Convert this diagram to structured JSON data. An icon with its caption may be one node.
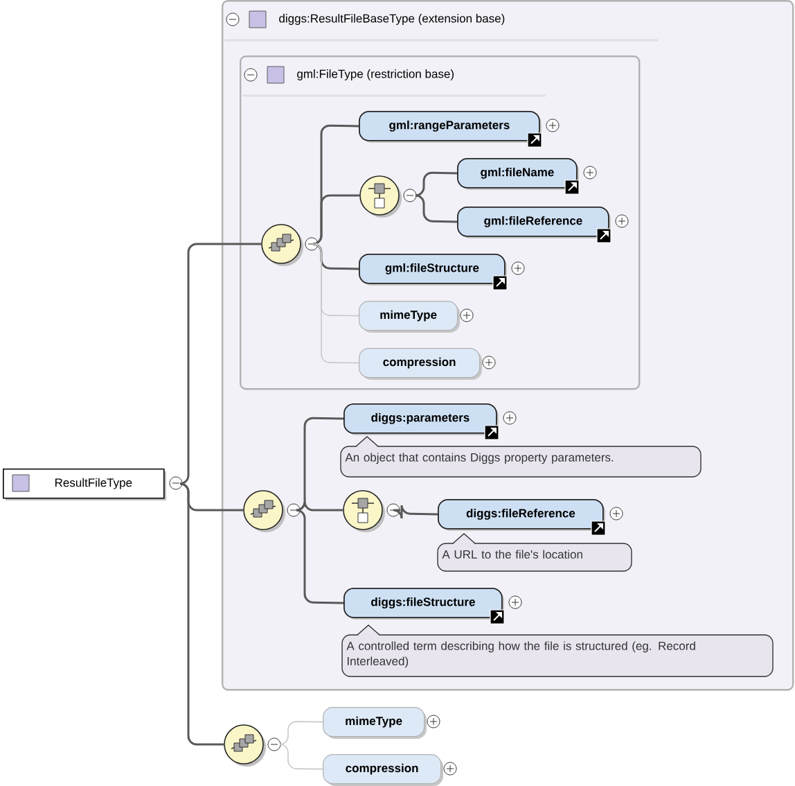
{
  "diagram": {
    "nodes": [
      {
        "text": [
          "ResultFileType"
        ]
      },
      {
        "text": [
          "diggs:ResultFileBaseType (extension base)"
        ]
      },
      {
        "text": [
          "gml:FileType (restriction base)"
        ],
        "in": 1
      },
      {
        "text": [],
        "shape": "circle",
        "in": 2
      },
      {
        "text": [
          "gml:rangeParameters"
        ],
        "in": 2
      },
      {
        "text": [],
        "shape": "circle",
        "in": 2
      },
      {
        "text": [
          "gml:fileName"
        ],
        "in": 2
      },
      {
        "text": [
          "gml:fileReference"
        ],
        "in": 2
      },
      {
        "text": [
          "gml:fileStructure"
        ],
        "in": 2
      },
      {
        "text": [
          "mimeType"
        ],
        "in": 2
      },
      {
        "text": [
          "compression"
        ],
        "in": 2
      },
      {
        "text": [],
        "shape": "circle",
        "in": 1
      },
      {
        "text": [
          "diggs:parameters"
        ],
        "beside": [
          "An object that contains Diggs property parameters."
        ],
        "in": 1
      },
      {
        "text": [],
        "shape": "circle",
        "in": 1
      },
      {
        "text": [
          "diggs:fileReference"
        ],
        "beside": [
          "A URL to the file's location"
        ],
        "in": 1
      },
      {
        "text": [
          "diggs:fileStructure"
        ],
        "beside": [
          "A controlled term describing how the file is structured (eg. Record Interleaved)"
        ],
        "in": 1
      },
      {
        "text": [],
        "shape": "circle"
      },
      {
        "text": [
          "mimeType"
        ]
      },
      {
        "text": [
          "compression"
        ]
      }
    ],
    "edges": [
      {
        "from": 0,
        "to": 3,
        "arrow": "none"
      },
      {
        "from": 0,
        "to": 11,
        "arrow": "none"
      },
      {
        "from": 0,
        "to": 16,
        "arrow": "none"
      },
      {
        "from": 3,
        "to": 4,
        "arrow": "none"
      },
      {
        "from": 3,
        "to": 5,
        "arrow": "none"
      },
      {
        "from": 3,
        "to": 8,
        "arrow": "none"
      },
      {
        "from": 3,
        "to": 9,
        "arrow": "none",
        "color": "#c8c8c8"
      },
      {
        "from": 3,
        "to": 10,
        "arrow": "none",
        "color": "#c8c8c8"
      },
      {
        "from": 5,
        "to": 6,
        "arrow": "none"
      },
      {
        "from": 5,
        "to": 7,
        "arrow": "none"
      },
      {
        "from": 11,
        "to": 12,
        "arrow": "none"
      },
      {
        "from": 11,
        "to": 13,
        "arrow": "none"
      },
      {
        "from": 11,
        "to": 15,
        "arrow": "none"
      },
      {
        "from": 13,
        "to": 14,
        "arrow": "none"
      },
      {
        "from": 16,
        "to": 17,
        "arrow": "none",
        "color": "#c8c8c8"
      },
      {
        "from": 16,
        "to": 18,
        "arrow": "none",
        "color": "#c8c8c8"
      }
    ]
  }
}
